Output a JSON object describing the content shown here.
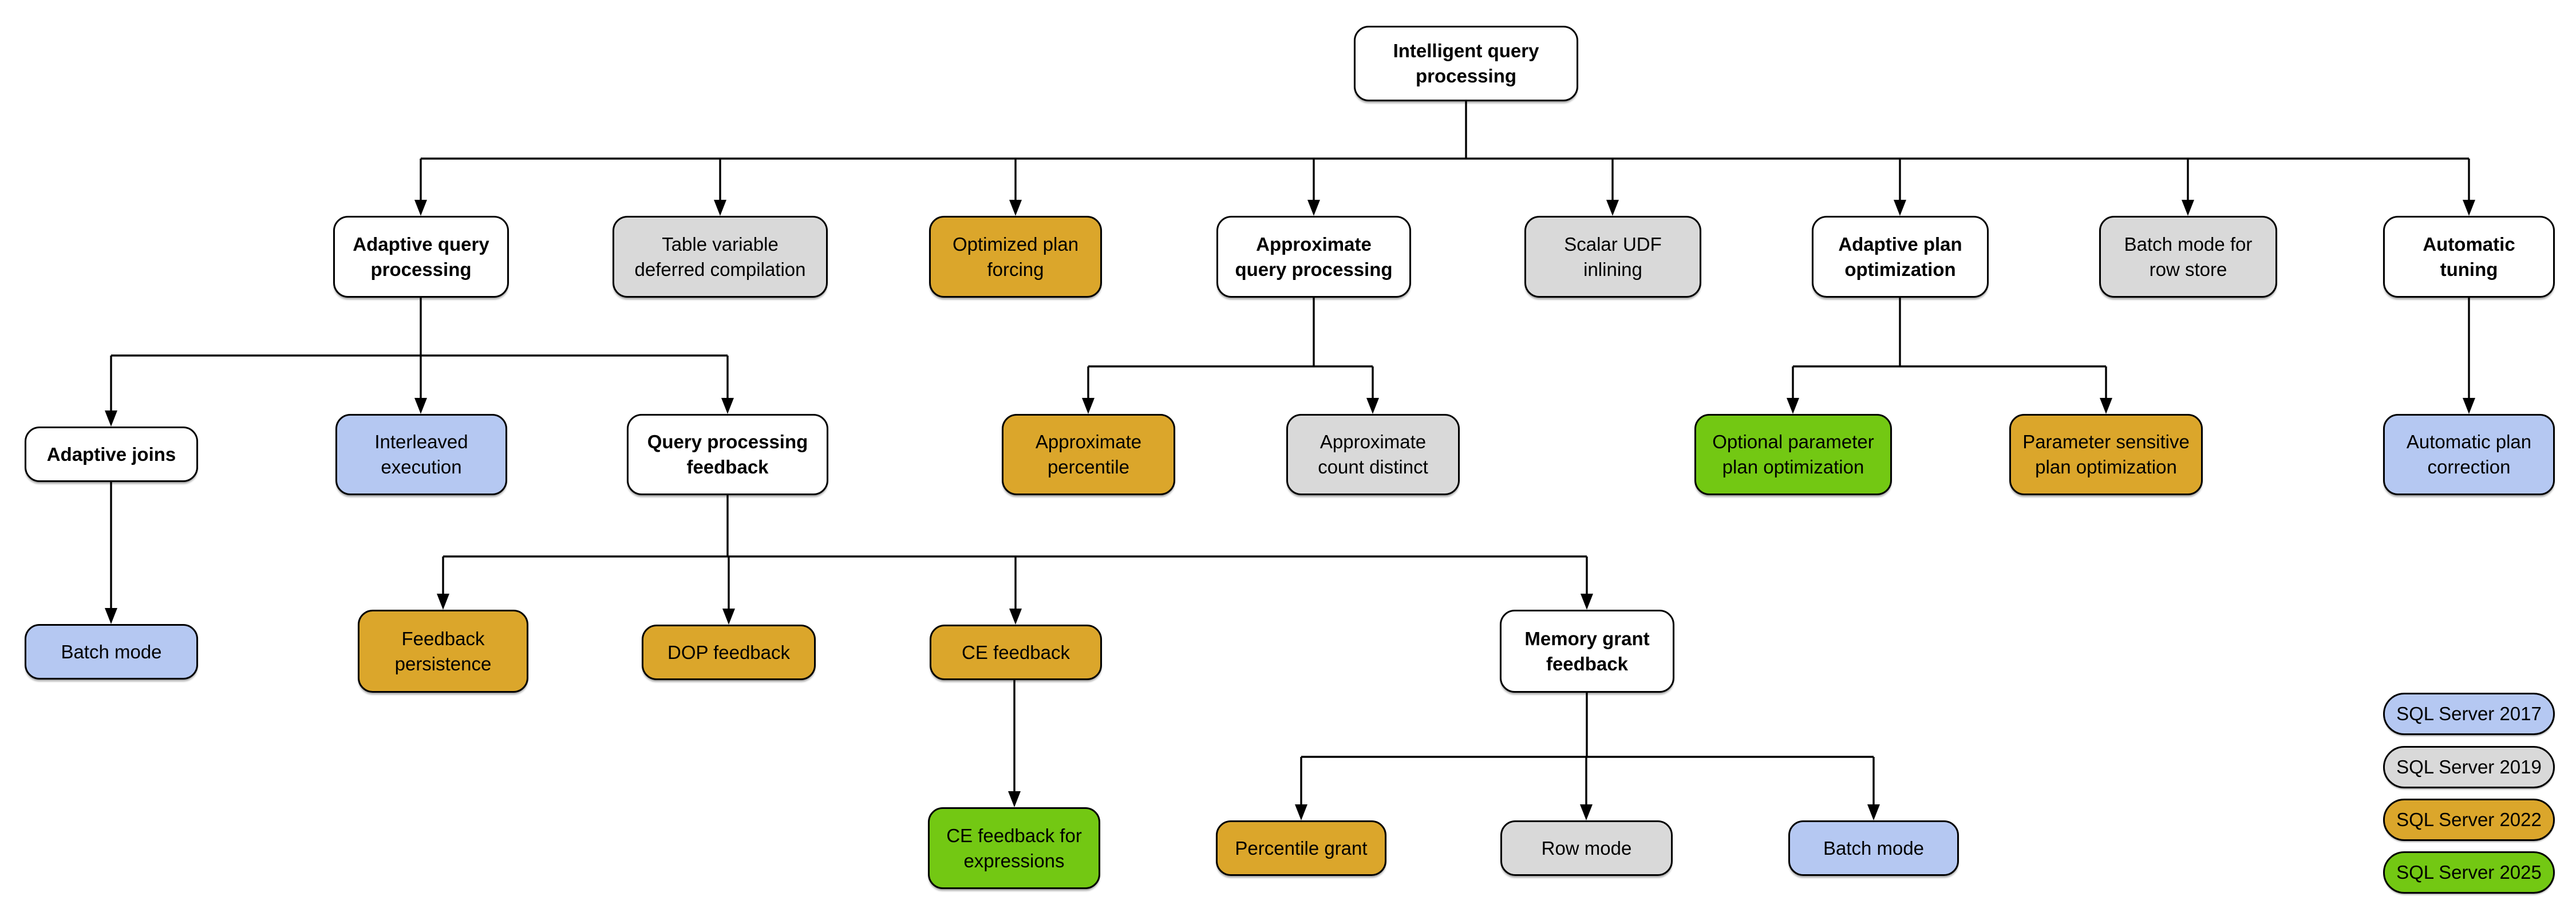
{
  "palette": {
    "node_white": "#ffffff",
    "sql_server_2017_blue": "#b5c8f2",
    "sql_server_2019_gray": "#d9d9d9",
    "sql_server_2022_orange": "#dba62b",
    "sql_server_2025_green": "#73c813",
    "line_black": "#000000"
  },
  "nodes": {
    "intelligent_query_processing": {
      "label": "Intelligent query\nprocessing",
      "version": null
    },
    "adaptive_query_processing": {
      "label": "Adaptive query\nprocessing",
      "version": null
    },
    "table_variable_deferred_compilation": {
      "label": "Table variable\ndeferred compilation",
      "version": "SQL Server 2019"
    },
    "optimized_plan_forcing": {
      "label": "Optimized plan\nforcing",
      "version": "SQL Server 2022"
    },
    "approximate_query_processing": {
      "label": "Approximate\nquery processing",
      "version": null
    },
    "scalar_udf_inlining": {
      "label": "Scalar UDF\ninlining",
      "version": "SQL Server 2019"
    },
    "adaptive_plan_optimization": {
      "label": "Adaptive plan\noptimization",
      "version": null
    },
    "batch_mode_for_row_store": {
      "label": "Batch mode for\nrow store",
      "version": "SQL Server 2019"
    },
    "automatic_tuning": {
      "label": "Automatic\ntuning",
      "version": null
    },
    "adaptive_joins": {
      "label": "Adaptive joins",
      "version": null
    },
    "interleaved_execution": {
      "label": "Interleaved\nexecution",
      "version": "SQL Server 2017"
    },
    "query_processing_feedback": {
      "label": "Query processing\nfeedback",
      "version": null
    },
    "approximate_percentile": {
      "label": "Approximate\npercentile",
      "version": "SQL Server 2022"
    },
    "approximate_count_distinct": {
      "label": "Approximate\ncount distinct",
      "version": "SQL Server 2019"
    },
    "optional_parameter_plan_optimization": {
      "label": "Optional parameter\nplan optimization",
      "version": "SQL Server 2025"
    },
    "parameter_sensitive_plan_optimization": {
      "label": "Parameter sensitive\nplan optimization",
      "version": "SQL Server 2022"
    },
    "automatic_plan_correction": {
      "label": "Automatic plan\ncorrection",
      "version": "SQL Server 2017"
    },
    "batch_mode_adaptive_joins": {
      "label": "Batch mode",
      "version": "SQL Server 2017"
    },
    "feedback_persistence": {
      "label": "Feedback\npersistence",
      "version": "SQL Server 2022"
    },
    "dop_feedback": {
      "label": "DOP feedback",
      "version": "SQL Server 2022"
    },
    "ce_feedback": {
      "label": "CE feedback",
      "version": "SQL Server 2022"
    },
    "memory_grant_feedback": {
      "label": "Memory grant\nfeedback",
      "version": null
    },
    "ce_feedback_for_expressions": {
      "label": "CE feedback for\nexpressions",
      "version": "SQL Server 2025"
    },
    "percentile_grant": {
      "label": "Percentile grant",
      "version": "SQL Server 2022"
    },
    "row_mode": {
      "label": "Row mode",
      "version": "SQL Server 2019"
    },
    "batch_mode_memory_grant": {
      "label": "Batch mode",
      "version": "SQL Server 2017"
    }
  },
  "legend": {
    "items": [
      {
        "label": "SQL Server 2017",
        "color": "#b5c8f2"
      },
      {
        "label": "SQL Server 2019",
        "color": "#d9d9d9"
      },
      {
        "label": "SQL Server 2022",
        "color": "#dba62b"
      },
      {
        "label": "SQL Server 2025",
        "color": "#73c813"
      }
    ]
  }
}
